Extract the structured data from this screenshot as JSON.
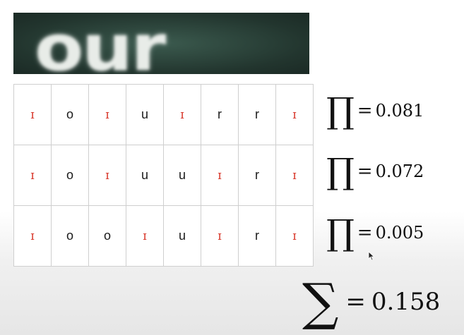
{
  "word_image": {
    "text": "our"
  },
  "alignments": [
    {
      "tokens": [
        "blank",
        "o",
        "blank",
        "u",
        "blank",
        "r",
        "r",
        "blank"
      ],
      "product_symbol": "∏",
      "equals": "=",
      "value": "0.081"
    },
    {
      "tokens": [
        "blank",
        "o",
        "blank",
        "u",
        "u",
        "blank",
        "r",
        "blank"
      ],
      "product_symbol": "∏",
      "equals": "=",
      "value": "0.072"
    },
    {
      "tokens": [
        "blank",
        "o",
        "o",
        "blank",
        "u",
        "blank",
        "r",
        "blank"
      ],
      "product_symbol": "∏",
      "equals": "=",
      "value": "0.005"
    }
  ],
  "blank_glyph": "ɪ",
  "blank_color": "#d8372a",
  "sum": {
    "symbol": "∑",
    "equals": "=",
    "value": "0.158"
  }
}
